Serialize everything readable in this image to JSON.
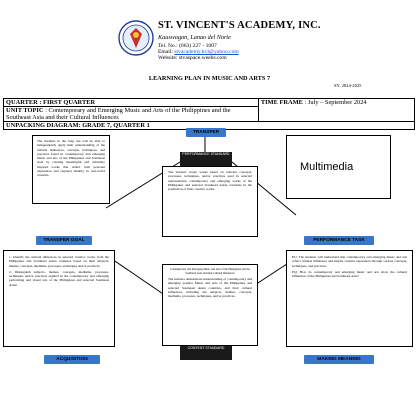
{
  "header": {
    "school_name": "ST. VINCENT'S ACADEMY, INC.",
    "address": "Kauswagan, Lanao del Norte",
    "tel": "Tel. No.: (063) 227 - 1007",
    "email_label": "Email:",
    "email": "stvacademy.kvl@yahoo.com",
    "website": "Website: stvaspace.weebs.com"
  },
  "plan": {
    "title": "LEARNING PLAN IN MUSIC AND ARTS 7",
    "school_year": "SY. 2024-2025"
  },
  "info": {
    "quarter": "QUARTER : FIRST QUARTER",
    "unit_topic_label": "UNIT TOPIC",
    "unit_topic": " : Contemporary and Emerging Music and Arts of the Philippines and the Southeast Asia and their Cultural Influences",
    "time_frame_label": "TIME FRAME",
    "time_frame": " : July – September  2024",
    "diagram": "UNPACKING DIAGRAM: GRADE 7, QUARTER 1"
  },
  "diagram": {
    "transfer_label": "TRANSFER",
    "performance_standard": "PERFORMANCE STANDARD",
    "transfer_text": "The students in the long run will be able to independently apply their understanding of the cultural influences, concepts, techniques, and practices found in contemporary and emerging music and arts of the Philippines and Southeast Asia by creating meaningful and culturally inspired works that reflect both personal expression and regional identity in real-world contexts.",
    "learners_text": "The learners create works based on relevant concepts, processes, techniques, and/or practices used in selected representative contemporary and emerging works of the Philippines and selected Southeast Asian countries in the production of their creative works.",
    "multimedia": "Multimedia",
    "transfer_goal_label": "TRANSFER GOAL",
    "performance_task_label": "PERFORMANCE TASK",
    "transfer_goal_text_1": "1. Identify the cultural influences in selected creative works from the Philippines and Southeast Asian countries based on their subjects, themes, concepts, mediums, processes, techniques and/or practices.",
    "transfer_goal_text_2": "2. Distinguish subjects, themes, concepts, mediums, processes, techniques and/or practices applied in the contemporary and emerging performing and visual arts of the Philippines and selected Southeast Asian",
    "content_title": "Contemporary and Emerging Music and Arts of the Philippines and the Southeast Asia and their Cultural Influences",
    "content_text": "The learners demonstrate understanding of contemporary and emerging popular Music and Arts of the Philippines and selected Southeast Asian countries, and their cultural influences, including the subjects, themes, concepts, mediums, processes, techniques, and/or practices.",
    "content_standard": "CONTENT STANDARD",
    "eu_text": "EU: The students will understand that contemporary and emerging music and arts reflect cultural influences and inspire creative expression through various concepts, techniques, and practices.",
    "eq_text": "EQ: How do contemporary and emerging music and arts show the cultural influences of the Philippines and Southeast Asia?",
    "acquisition_label": "ACQUISITION",
    "making_meaning_label": "MAKING MEANING"
  }
}
